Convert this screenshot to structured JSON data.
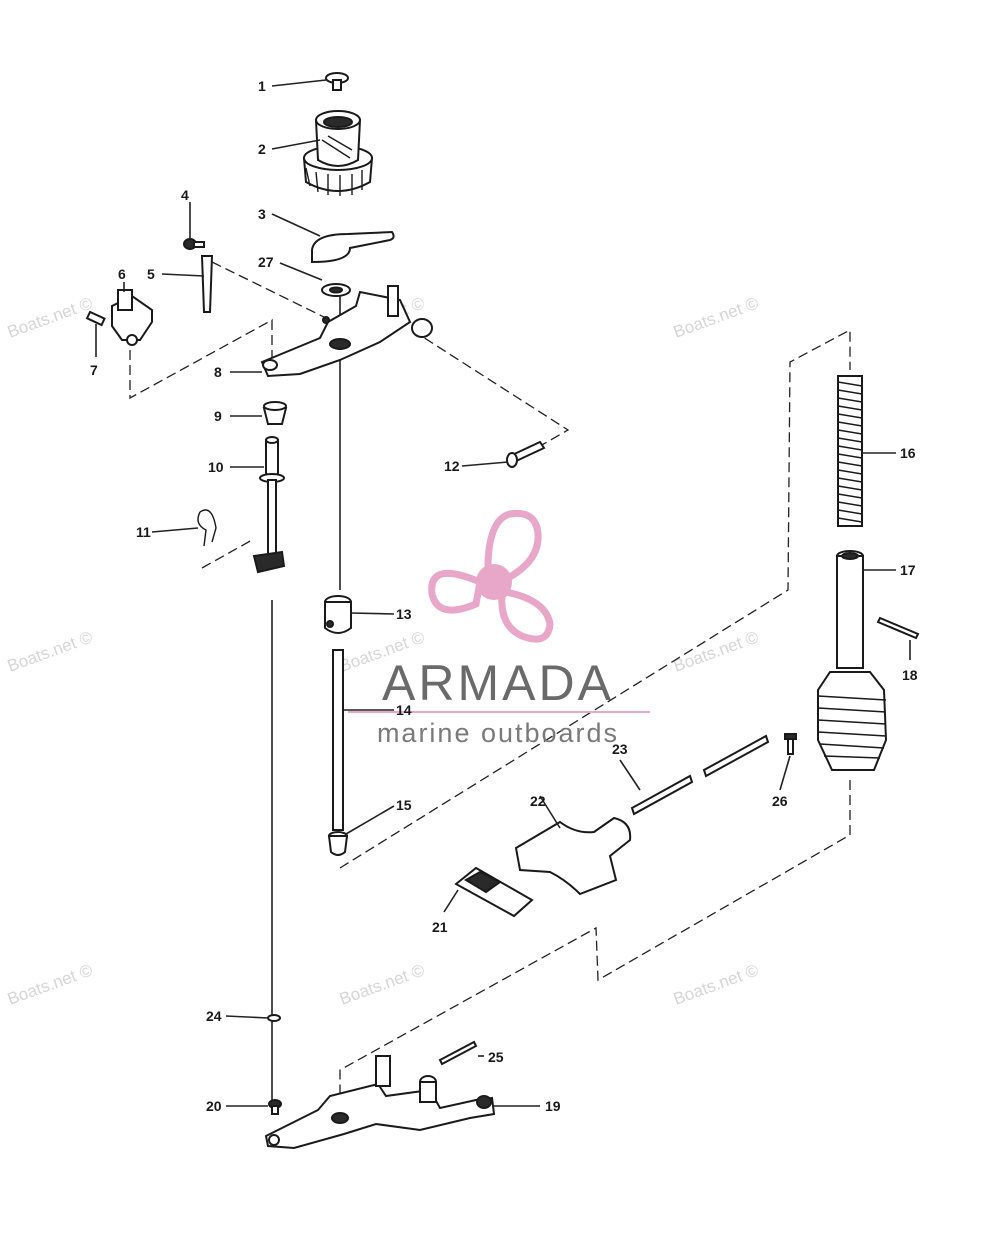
{
  "watermark": "Boats.net ©",
  "logo": {
    "title": "ARMADA",
    "subtitle": "marine outboards",
    "colors": {
      "propeller": "#e8a6c9",
      "hub": "#e8a6c9",
      "text": "#6a6a6a"
    }
  },
  "callouts": {
    "1": "1",
    "2": "2",
    "3": "3",
    "4": "4",
    "5": "5",
    "6": "6",
    "7": "7",
    "8": "8",
    "9": "9",
    "10": "10",
    "11": "11",
    "12": "12",
    "13": "13",
    "14": "14",
    "15": "15",
    "16": "16",
    "17": "17",
    "18": "18",
    "19": "19",
    "20": "20",
    "21": "21",
    "22": "22",
    "23": "23",
    "24": "24",
    "25": "25",
    "26": "26",
    "27": "27"
  }
}
